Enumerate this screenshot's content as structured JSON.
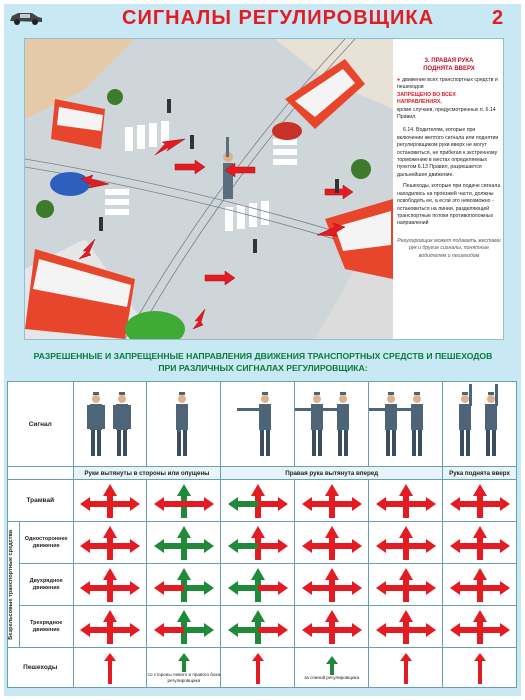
{
  "header": {
    "title": "СИГНАЛЫ РЕГУЛИРОВЩИКА",
    "page_number": "2"
  },
  "side_text": {
    "heading_1": "3. ПРАВАЯ РУКА",
    "heading_2": "ПОДНЯТА ВВЕРХ",
    "b1": "движение всех транспортных средств и пешеходов",
    "b2": "ЗАПРЕЩЕНО ВО ВСЕХ НАПРАВЛЕНИЯХ,",
    "b3": "кроме случаев, предусмотренных п. 6.14 Правил.",
    "p1": "6.14. Водителям, которые при включении желтого сигнала или поднятии регулировщиком руки вверх не могут остановиться, не прибегая к экстренному торможению в местах определяемых пунктом 6.13 Правил, разрешается дальнейшее движение.",
    "p2": "Пешеходы, которые при подаче сигнала находились на проезжей части, должны освободить ее, а если это невозможно - остановиться на линии, разделяющей транспортные потоки противоположных направлений",
    "note": "Регулировщик может подавать жестами рук и другие сигналы, понятные водителям и пешеходам"
  },
  "section_heading": {
    "line1": "РАЗРЕШЕННЫЕ И ЗАПРЕЩЕННЫЕ НАПРАВЛЕНИЯ ДВИЖЕНИЯ ТРАНСПОРТНЫХ СРЕДСТВ И ПЕШЕХОДОВ",
    "line2": "ПРИ РАЗЛИЧНЫХ СИГНАЛАХ РЕГУЛИРОВЩИКА:"
  },
  "table": {
    "row_signal": "Сигнал",
    "cat_1": "Руки вытянуты в стороны или опущены",
    "cat_2": "Правая рука вытянута вперед",
    "cat_3": "Рука поднята вверх",
    "row_tram": "Трамвай",
    "group_label": "Безрельсовые транспортные средства",
    "row_one": "Одностороннее движение",
    "row_two": "Двухрядное движение",
    "row_three": "Трехрядное движение",
    "row_ped": "Пешеходы",
    "ped_note_1": "со стороны левого и правого бока регулировщика",
    "ped_note_2": "за спиной регулировщика"
  },
  "colors": {
    "allowed": "#1e8a3a",
    "forbidden": "#e31b23",
    "title_red": "#e31b23",
    "heading_green": "#0a7a3b",
    "bg": "#c8e8f3"
  }
}
